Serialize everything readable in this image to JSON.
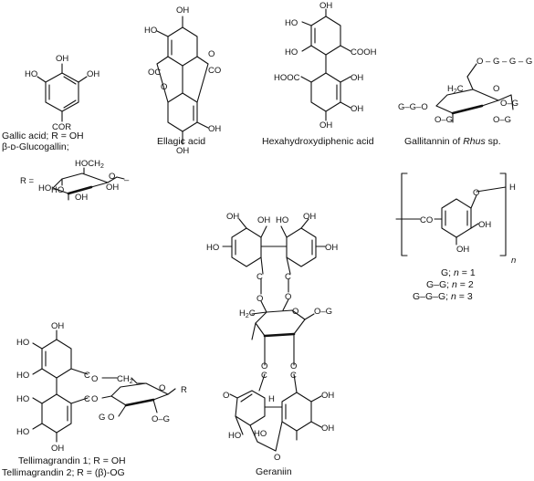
{
  "captions": {
    "gallic_1": "Gallic acid; R = OH",
    "gallic_2": "β-ᴅ-Glucogallin;",
    "ellagic": "Ellagic acid",
    "hhdp": "Hexahydroxydiphenic acid",
    "gallitannin_pre": "Gallitannin of ",
    "gallitannin_genus": "Rhus",
    "gallitannin_post": " sp.",
    "tellima_1": "Tellimagrandin 1; R = OH",
    "tellima_2": "Tellimagrandin 2; R = (β)-OG",
    "geraniin": "Geraniin"
  },
  "labels": {
    "oh": "OH",
    "ho": "HO",
    "cor": "COR",
    "r_eq": "R =",
    "hoch2": "HOCH",
    "ch2_sub": "2",
    "h2c": "H",
    "cooh": "COOH",
    "hooc": "HOOC",
    "o": "O",
    "c": "C",
    "co": "CO",
    "h": "H",
    "g": "G",
    "r": "R",
    "og": "O–G",
    "ogg": "O–G–G",
    "ggo": "G–G–O",
    "n": "n",
    "dash": "–"
  },
  "polymer": {
    "n1_pre": "G; ",
    "n1_n": "n",
    "n1_post": " = 1",
    "n2_pre": "G–G; ",
    "n2_n": "n",
    "n2_post": " = 2",
    "n3_pre": "G–G–G; ",
    "n3_n": "n",
    "n3_post": " = 3"
  }
}
